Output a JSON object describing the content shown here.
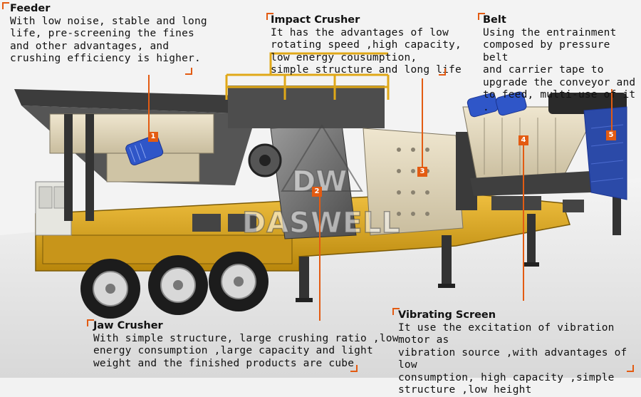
{
  "brand": {
    "logo_text": "DW",
    "name": "DASWELL"
  },
  "annotations": {
    "feeder": {
      "title": "Feeder",
      "body": "With low noise, stable and long\nlife, pre-screening the fines\nand other advantages, and\ncrushing efficiency is higher.",
      "marker": "1"
    },
    "jaw_crusher": {
      "title": "Jaw Crusher",
      "body": "With simple structure, large crushing ratio ,low\nenergy consumption ,large capacity and light\nweight and the finished products are cube",
      "marker": "2"
    },
    "impact_crusher": {
      "title": "Impact Crusher",
      "body": "It has the advantages of low\nrotating speed ,high capacity,\nlow energy cousumption,\nsimple structure and long life",
      "marker": "3"
    },
    "vibrating_screen": {
      "title": "Vibrating Screen",
      "body": "It use the excitation of vibration motor as\nvibration source ,with advantages of low\nconsumption, high capacity ,simple\nstructure ,low height",
      "marker": "4"
    },
    "belt": {
      "title": "Belt",
      "body": "Using the entrainment\ncomposed by pressure belt\nand carrier tape to\nupgrade the conveyor and\nto feed, multi-use of it .",
      "marker": "5"
    }
  },
  "colors": {
    "accent": "#e35b12",
    "frame_yellow": "#d9a21c",
    "machine_gray": "#6b6b6b",
    "motor_blue": "#2f56c8"
  }
}
